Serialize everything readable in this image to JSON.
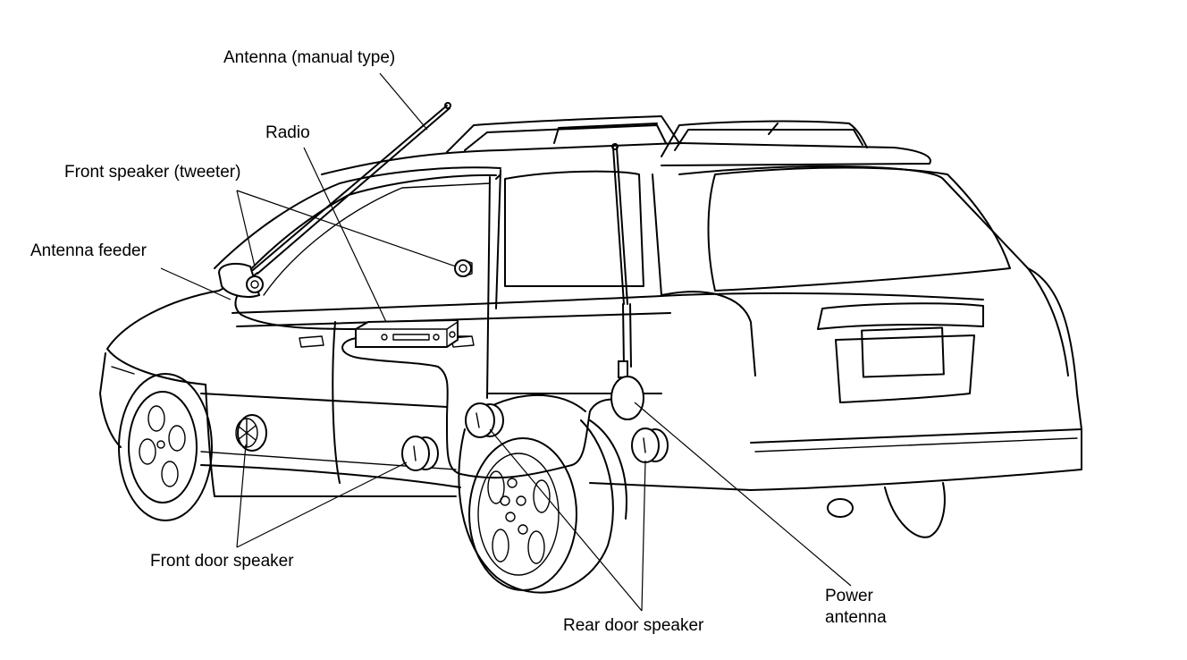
{
  "labels": {
    "antenna_manual": "Antenna (manual type)",
    "radio": "Radio",
    "front_speaker_tweeter": "Front speaker (tweeter)",
    "antenna_feeder": "Antenna feeder",
    "front_door_speaker": "Front door speaker",
    "rear_door_speaker": "Rear door speaker",
    "power_antenna_line1": "Power",
    "power_antenna_line2": "antenna"
  },
  "colors": {
    "ink": "#000000",
    "paper": "#ffffff"
  }
}
